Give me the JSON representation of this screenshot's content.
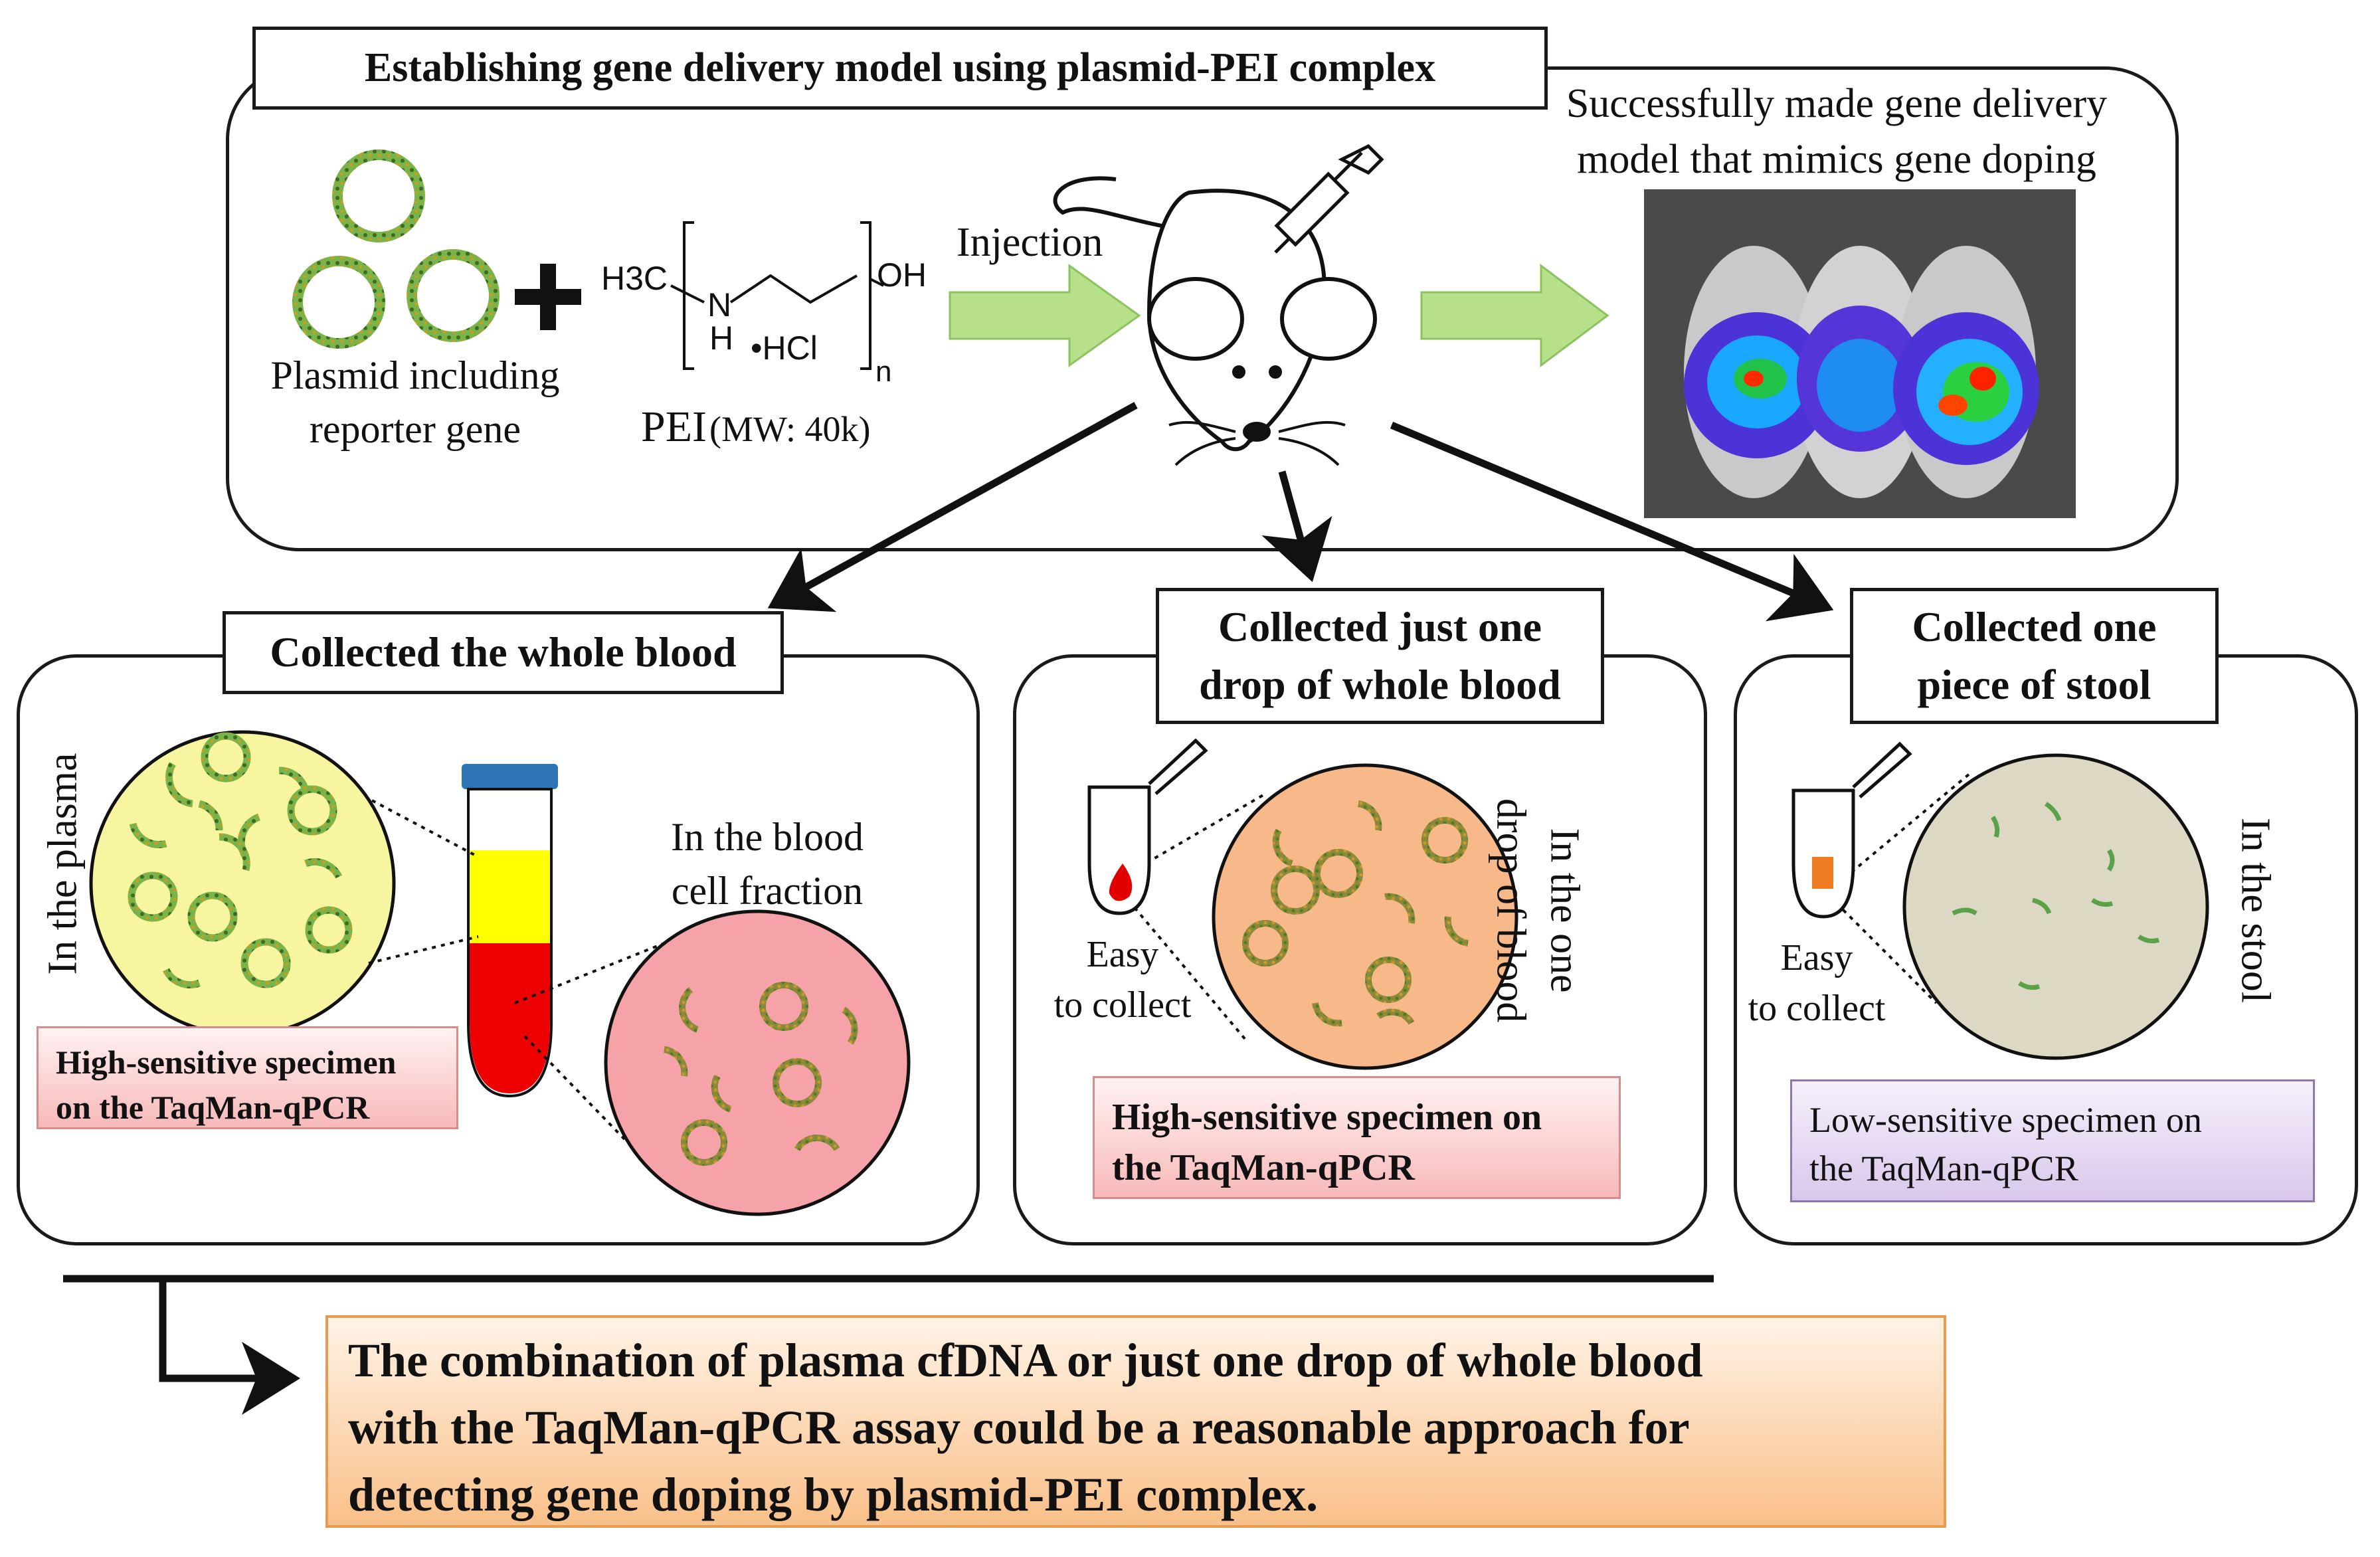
{
  "top": {
    "title": "Establishing gene delivery model using plasmid-PEI complex",
    "plasmid_label": [
      "Plasmid including",
      "reporter gene"
    ],
    "pei_label": "PEI",
    "pei_mw": "(MW: 40k)",
    "injection": "Injection",
    "result": [
      "Successfully made gene delivery",
      "model that mimics gene doping"
    ],
    "chem": {
      "h3c": "H3C",
      "n": "N",
      "h": "H",
      "hcl": "•HCl",
      "oh": "OH",
      "sub_n": "n"
    }
  },
  "panels": [
    {
      "title": "Collected the whole blood",
      "plasma_label": "In the plasma",
      "cell_label": [
        "In the blood",
        "cell fraction"
      ],
      "specimen": [
        "High-sensitive specimen",
        "on the TaqMan-qPCR"
      ]
    },
    {
      "title": [
        "Collected just one",
        "drop of whole blood"
      ],
      "easy": [
        "Easy",
        "to collect"
      ],
      "side_label": [
        "In the one",
        "drop of blood"
      ],
      "specimen": [
        "High-sensitive specimen on",
        "the TaqMan-qPCR"
      ]
    },
    {
      "title": [
        "Collected one",
        "piece of stool"
      ],
      "easy": [
        "Easy",
        "to collect"
      ],
      "side_label": "In the stool",
      "specimen": [
        "Low-sensitive  specimen on",
        "the TaqMan-qPCR"
      ]
    }
  ],
  "conclusion": [
    "The combination of plasma cfDNA or just one drop of whole blood",
    "with the TaqMan-qPCR assay could be a reasonable approach for",
    "detecting gene doping by plasmid-PEI complex."
  ],
  "colors": {
    "plasma_circle": "#f7f5a0",
    "blood_cell_circle": "#f5a3a8",
    "drop_circle": "#f7b98a",
    "stool_circle": "#ddd8c4",
    "arrow_green": "#b6e08a",
    "tube_yellow": "#ffff00",
    "tube_red": "#ee0000",
    "tube_cap": "#2e75b6"
  },
  "icons": [
    "plasmid-icon",
    "plus-icon",
    "mouse-icon",
    "syringe-icon",
    "imaging-photo",
    "tube-icon",
    "microtube-icon"
  ]
}
